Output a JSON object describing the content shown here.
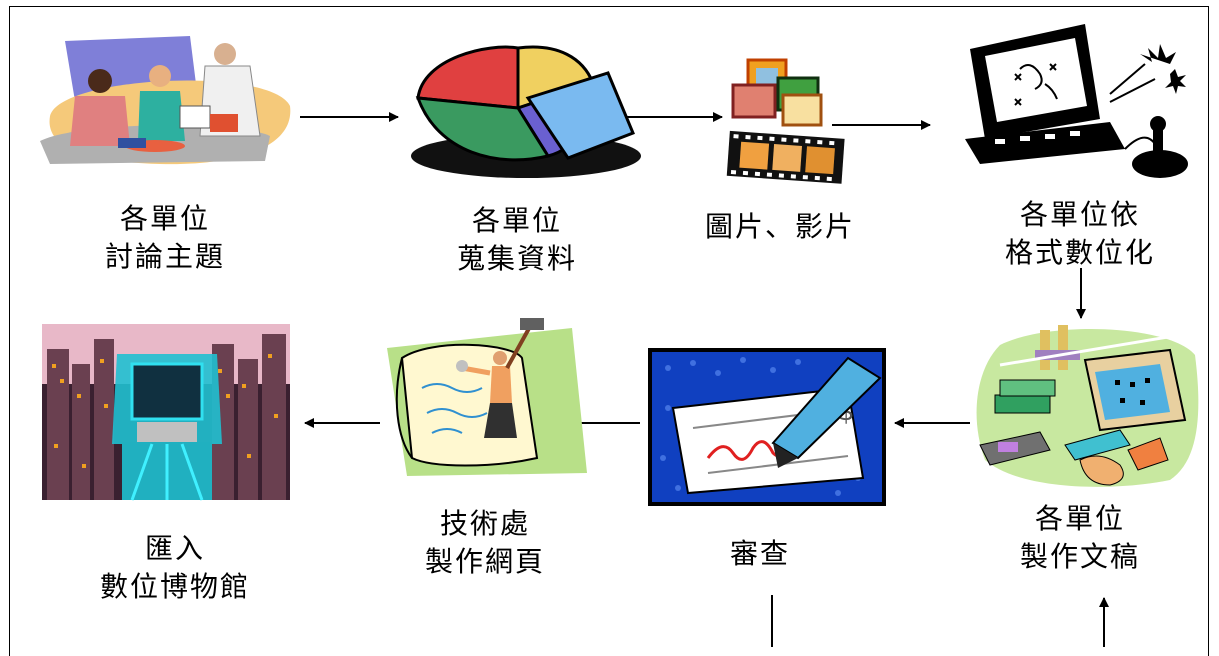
{
  "steps": [
    {
      "id": "discuss",
      "lines": [
        "各單位",
        "討論主題"
      ]
    },
    {
      "id": "collect",
      "lines": [
        "各單位",
        "蒐集資料"
      ]
    },
    {
      "id": "media",
      "lines": [
        "圖片、影片"
      ]
    },
    {
      "id": "digitize",
      "lines": [
        "各單位依",
        "格式數位化"
      ]
    },
    {
      "id": "draft",
      "lines": [
        "各單位",
        "製作文稿"
      ]
    },
    {
      "id": "review",
      "lines": [
        "審查"
      ]
    },
    {
      "id": "webpage",
      "lines": [
        "技術處",
        "製作網頁"
      ]
    },
    {
      "id": "museum",
      "lines": [
        "匯入",
        "數位博物館"
      ]
    }
  ],
  "icons": {
    "discuss": "meeting-clipart-icon",
    "collect": "pie-chart-clipart-icon",
    "media": "photos-film-clipart-icon",
    "digitize": "computer-keyboard-clipart-icon",
    "draft": "desk-computer-clipart-icon",
    "review": "check-pen-clipart-icon",
    "webpage": "document-hammer-clipart-icon",
    "museum": "city-computer-clipart-icon"
  }
}
